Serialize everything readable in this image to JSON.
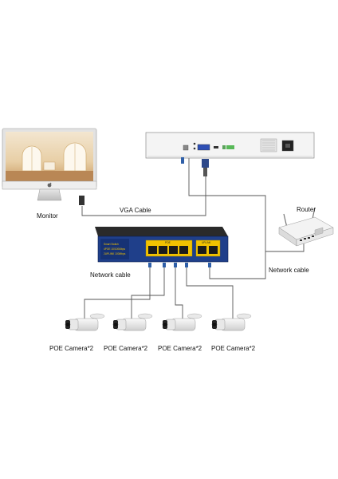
{
  "labels": {
    "monitor": "Monitor",
    "vga_cable": "VGA Cable",
    "router": "Router",
    "network_cable_right": "Network cable",
    "network_cable_left": "Network cable"
  },
  "switch": {
    "brand": "Smart Switch",
    "line1": "4POE 10/100Mbps",
    "line2": "2UPLINK 100Mbps",
    "poe_group": "POE",
    "uplink_group": "UPLINK"
  },
  "cameras": [
    {
      "label": "POE Camera*2"
    },
    {
      "label": "POE Camera*2"
    },
    {
      "label": "POE Camera*2"
    },
    {
      "label": "POE Camera*2"
    }
  ],
  "colors": {
    "cable": "#555555",
    "switch_blue": "#1f3f8a",
    "switch_yellow": "#f2c200",
    "nvr_body": "#f4f4f4"
  },
  "icons": [
    "apple-logo-icon",
    "monitor-icon",
    "nvr-recorder-icon",
    "router-icon",
    "poe-switch-icon",
    "bullet-camera-icon"
  ]
}
